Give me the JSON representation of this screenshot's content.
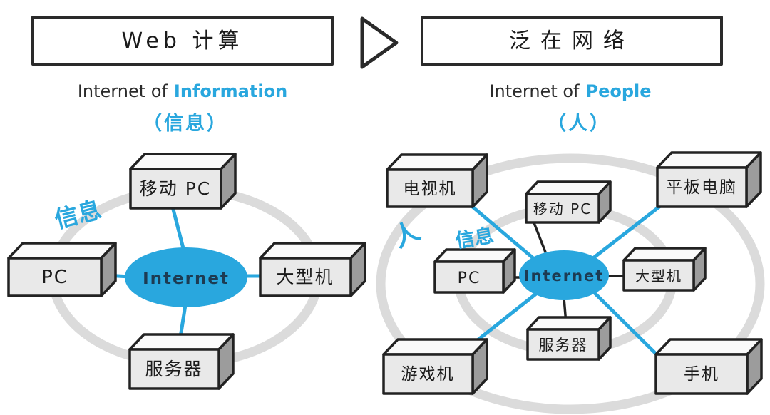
{
  "left_panel": {
    "title": "Web 计算",
    "subtitle_prefix": "Internet of",
    "subtitle_highlight": "Information",
    "subtitle_cn": "（信息）",
    "hub_label": "Internet",
    "float_label_info": "信息",
    "nodes": {
      "mobile_pc": "移动 PC",
      "pc": "PC",
      "mainframe": "大型机",
      "server": "服务器"
    }
  },
  "right_panel": {
    "title": "泛在网络",
    "subtitle_prefix": "Internet of",
    "subtitle_highlight": "People",
    "subtitle_cn": "（人）",
    "hub_label": "Internet",
    "float_label_people": "人",
    "float_label_info": "信息",
    "nodes": {
      "tv": "电视机",
      "mobile_pc": "移动 PC",
      "tablet": "平板电脑",
      "pc": "PC",
      "mainframe": "大型机",
      "game_console": "游戏机",
      "server": "服务器",
      "phone": "手机"
    }
  },
  "colors": {
    "accent_blue": "#29A7DE",
    "ring_gray": "#DBDBDB",
    "box_front": "#E9E9E9",
    "box_top": "#FAFAFA",
    "box_side": "#9C9C9C",
    "ink": "#222222",
    "hub_text": "#1D3B52"
  }
}
